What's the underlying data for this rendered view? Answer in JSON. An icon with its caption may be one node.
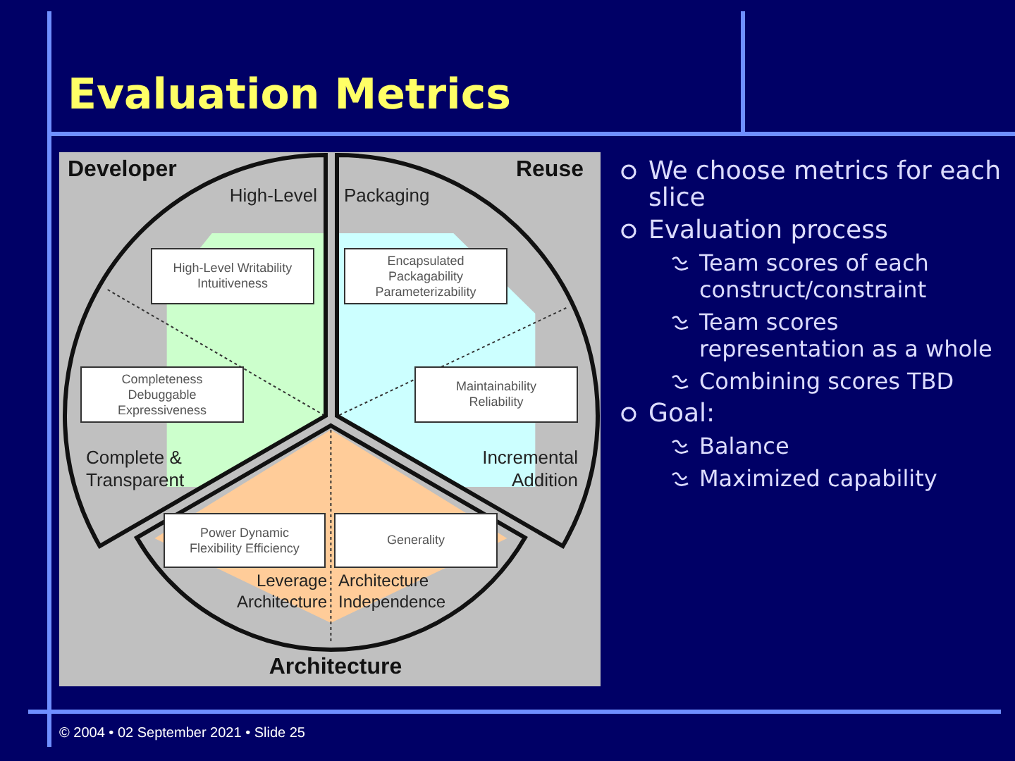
{
  "diagram": {
    "title": "Evaluation Metrics",
    "nodes": [
      {
        "text": [
          "High-Level",
          "Complete & Transparent"
        ]
      },
      {
        "text": [
          "High-Level Writability Intuitiveness"
        ],
        "in": 0
      },
      {
        "text": [
          "Completeness Debuggable Expressiveness"
        ],
        "in": 0
      },
      {
        "text": [
          "Packaging",
          "Incremental Addition"
        ]
      },
      {
        "text": [
          "Encapsulated Packagability Parameterizability"
        ],
        "in": 3
      },
      {
        "text": [
          "Maintainability Reliability"
        ],
        "in": 3
      },
      {
        "text": [
          "Leverage Architecture",
          "Architecture Independence"
        ]
      },
      {
        "text": [
          "Power Dynamic Flexibility Efficiency"
        ],
        "in": 6
      },
      {
        "text": [
          "Generality"
        ],
        "in": 6
      }
    ],
    "labels": [
      "Developer",
      "Reuse",
      "Architecture",
      "We choose metrics for each slice",
      "Evaluation process",
      "Team scores of each construct/constraint",
      "Team scores representation as a whole",
      "Combining scores TBD",
      "Goal:",
      "Balance",
      "Maximized capability",
      "© 2004 • 02 September 2021 • Slide 25"
    ]
  }
}
